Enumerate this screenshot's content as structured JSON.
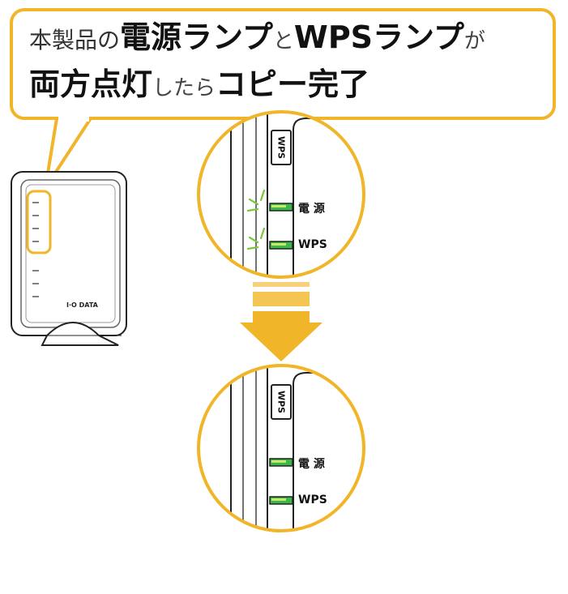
{
  "callout": {
    "l1_a": "本製品の",
    "l1_b": "電源ランプ",
    "l1_c": "と",
    "l1_d": "WPSランプ",
    "l1_e": "が",
    "l2_a": "両方点灯",
    "l2_b": "したら",
    "l2_c": "コピー完了"
  },
  "device": {
    "brand": "I·O DATA"
  },
  "zoom_top": {
    "wps_button": "WPS",
    "power_label": "電 源",
    "wps_label": "WPS",
    "state": "blinking"
  },
  "zoom_bottom": {
    "wps_button": "WPS",
    "power_label": "電 源",
    "wps_label": "WPS",
    "state": "lit"
  },
  "colors": {
    "accent": "#F0B528",
    "led_green": "#3DB64A",
    "led_highlight": "#C8E86A"
  }
}
